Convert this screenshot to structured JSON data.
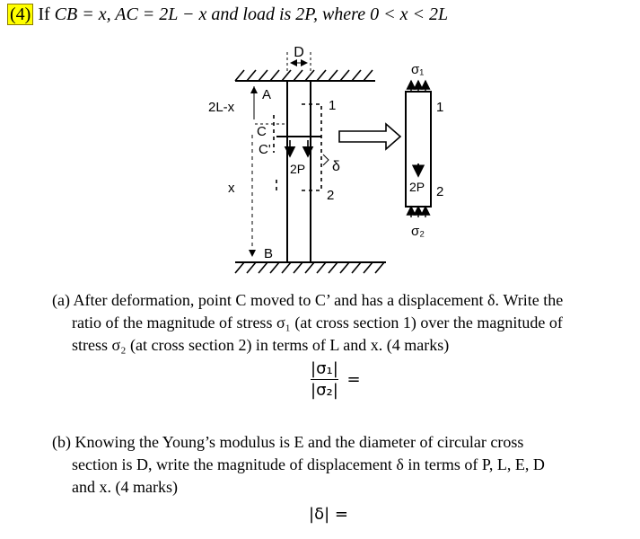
{
  "header": {
    "number": "(4)",
    "if_word": "If",
    "condition": "CB = x, AC = 2L − x and load is 2P, where 0 < x < 2L"
  },
  "figure": {
    "label_D": "D",
    "label_2Lx": "2L-x",
    "label_A": "A",
    "label_C": "C",
    "label_Cp": "C'",
    "label_x": "x",
    "label_B": "B",
    "label_2P": "2P",
    "label_1": "1",
    "label_2": "2",
    "label_delta": "δ",
    "fbd_sigma1": "σ₁",
    "fbd_sigma2": "σ₂",
    "fbd_1": "1",
    "fbd_2": "2",
    "fbd_2P": "2P"
  },
  "question_a": {
    "line1": "(a) After deformation, point C moved to C’ and has a displacement δ. Write the",
    "line2": "ratio of the magnitude of stress σ₁ (at cross section 1) over the magnitude of",
    "line3": "stress σ₂ (at cross section 2) in terms of L and x. (4 marks)",
    "num": "|σ₁|",
    "den": "|σ₂|",
    "eq": "="
  },
  "question_b": {
    "line1": "(b) Knowing the Young’s modulus is E and the diameter of circular cross",
    "line2": "section is D, write the magnitude of displacement δ in terms of P, L, E, D",
    "line3": "and x. (4 marks)",
    "answer": "|δ| ="
  }
}
